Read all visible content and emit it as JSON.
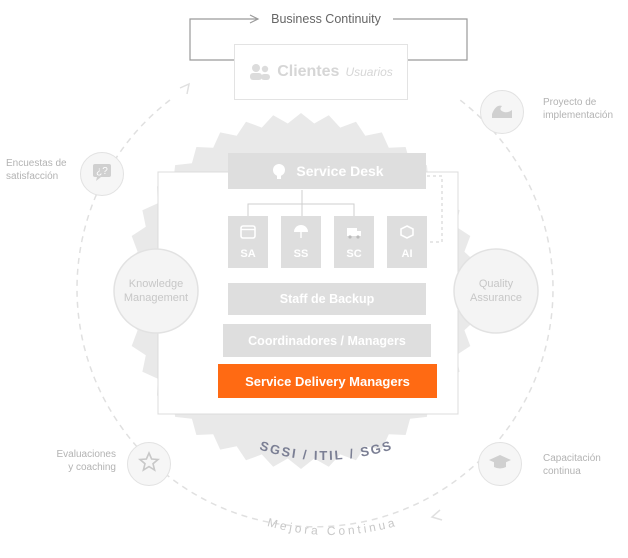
{
  "top_label": "Business Continuity",
  "clientes": {
    "title": "Clientes",
    "subtitle": "Usuarios"
  },
  "service_desk": "Service Desk",
  "tiles": [
    "SA",
    "SS",
    "SC",
    "AI"
  ],
  "staff_backup": "Staff de Backup",
  "coordinadores": "Coordinadores / Managers",
  "sdm": "Service Delivery Managers",
  "knowledge": [
    "Knowledge",
    "Management"
  ],
  "quality": [
    "Quality",
    "Assurance"
  ],
  "encuestas": [
    "Encuestas de",
    "satisfacción"
  ],
  "proyecto": [
    "Proyecto de",
    "implementación"
  ],
  "evaluaciones": [
    "Evaluaciones",
    "y coaching"
  ],
  "capacitacion": [
    "Capacitación",
    "continua"
  ],
  "standards": "SGSI / ITIL / SGS",
  "mejora": "Mejora Continua",
  "icons": {
    "clientes": "users-icon",
    "service_desk": "headset-icon",
    "encuestas": "chat-question-icon",
    "proyecto": "wave-icon",
    "evaluaciones": "star-badge-icon",
    "capacitacion": "graduation-cap-icon"
  },
  "colors": {
    "accent": "#ff6a13",
    "gray_box": "#dedede",
    "gray_text": "#b3b3b3",
    "standards_text": "#7b7f94"
  }
}
